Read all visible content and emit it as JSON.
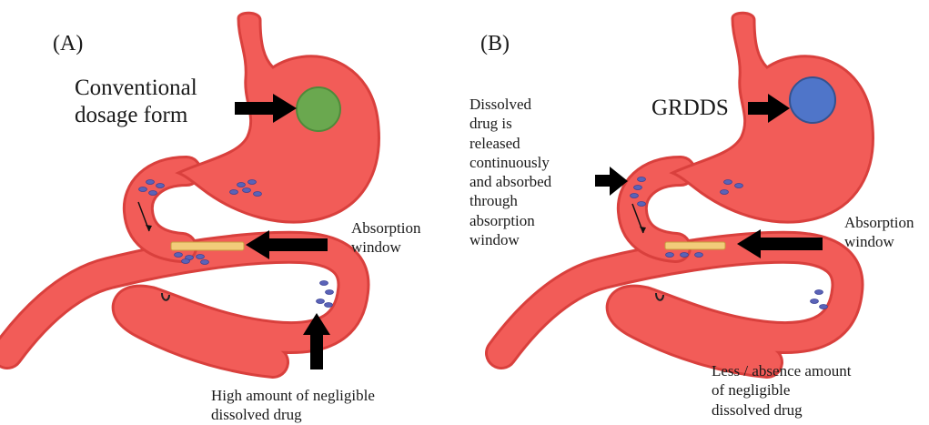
{
  "panel_a": {
    "label": "(A)",
    "dosage_form_line1": "Conventional",
    "dosage_form_line2": "dosage form",
    "absorption_line1": "Absorption",
    "absorption_line2": "window",
    "residual_line1": "High amount of negligible",
    "residual_line2": "dissolved drug"
  },
  "panel_b": {
    "label": "(B)",
    "dosage_form": "GRDDS",
    "release_lines": [
      "Dissolved",
      "drug is",
      "released",
      "continuously",
      "and absorbed",
      "through",
      "absorption",
      "window"
    ],
    "absorption_line1": "Absorption",
    "absorption_line2": "window",
    "residual_line1": "Less / absence amount",
    "residual_line2": "of negligible",
    "residual_line3": "dissolved drug"
  },
  "colors": {
    "tissue_fill": "#f25c58",
    "tissue_stroke": "#d9403d",
    "absorption_window": "#f2cc7a",
    "conventional_tablet": "#6aa84f",
    "grdds_tablet": "#4f75c9",
    "drug_particle": "#5a63b8",
    "arrow": "#000000"
  }
}
